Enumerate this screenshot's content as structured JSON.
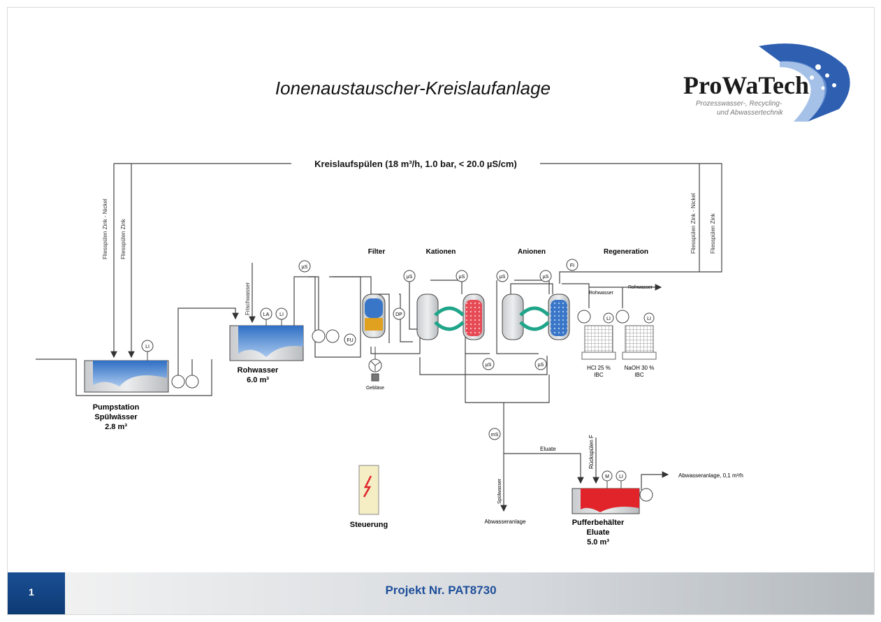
{
  "title": "Ionenaustauscher-Kreislaufanlage",
  "logo": {
    "name": "ProWaTech",
    "line1": "Prozesswasser-, Recycling-",
    "line2": "und Abwassertechnik"
  },
  "diagram": {
    "loop_label": "Kreislaufspülen (18 m³/h, 1.0 bar, < 20.0 µS/cm)",
    "left_vertical": [
      "Fliesspülen Zink - Nickel",
      "Fliesspülen Zink"
    ],
    "right_vertical": [
      "Fliesspülen Zink - Nickel",
      "Fliesspülen Zink"
    ],
    "section_headers": {
      "filter": "Filter",
      "kationen": "Kationen",
      "anionen": "Anionen",
      "regeneration": "Regeneration"
    },
    "pumpstation": {
      "line1": "Pumpstation",
      "line2": "Spülwässer",
      "line3": "2.8 m³"
    },
    "rohwasser_tank": {
      "line1": "Rohwasser",
      "line2": "6.0 m³"
    },
    "frischwasser": "Frischwasser",
    "instruments": {
      "li": "LI",
      "la": "LA",
      "us": "µS",
      "fu": "FU",
      "dp": "DP",
      "fi": "FI",
      "ms": "mS",
      "m": "M"
    },
    "geblaese": "Gebläse",
    "rohwasser_in1": "Rohwasser",
    "rohwasser_in2": "Rohwasser",
    "hcl": {
      "line1": "HCl 25 %",
      "line2": "IBC"
    },
    "naoh": {
      "line1": "NaOH 30 %",
      "line2": "IBC"
    },
    "eluate_line": "Eluate",
    "ruckspulen": "Rückspülen F",
    "spulwasser": "Spülwasser",
    "abwasser_bottom": "Abwasseranlage",
    "abwasser_right": "Abwasseranlage, 0,1 m³/h",
    "steuerung": "Steuerung",
    "puffer": {
      "line1": "Pufferbehälter",
      "line2": "Eluate",
      "line3": "5.0 m³"
    }
  },
  "footer": {
    "page": "1",
    "project": "Projekt Nr. PAT8730"
  },
  "colors": {
    "water_blue": "#2f6fc4",
    "eluate_red": "#e0242a",
    "footer_blue": "#1f4f9a",
    "circ_arrow": "#1fa58a",
    "filter_media": "#e0a020"
  }
}
